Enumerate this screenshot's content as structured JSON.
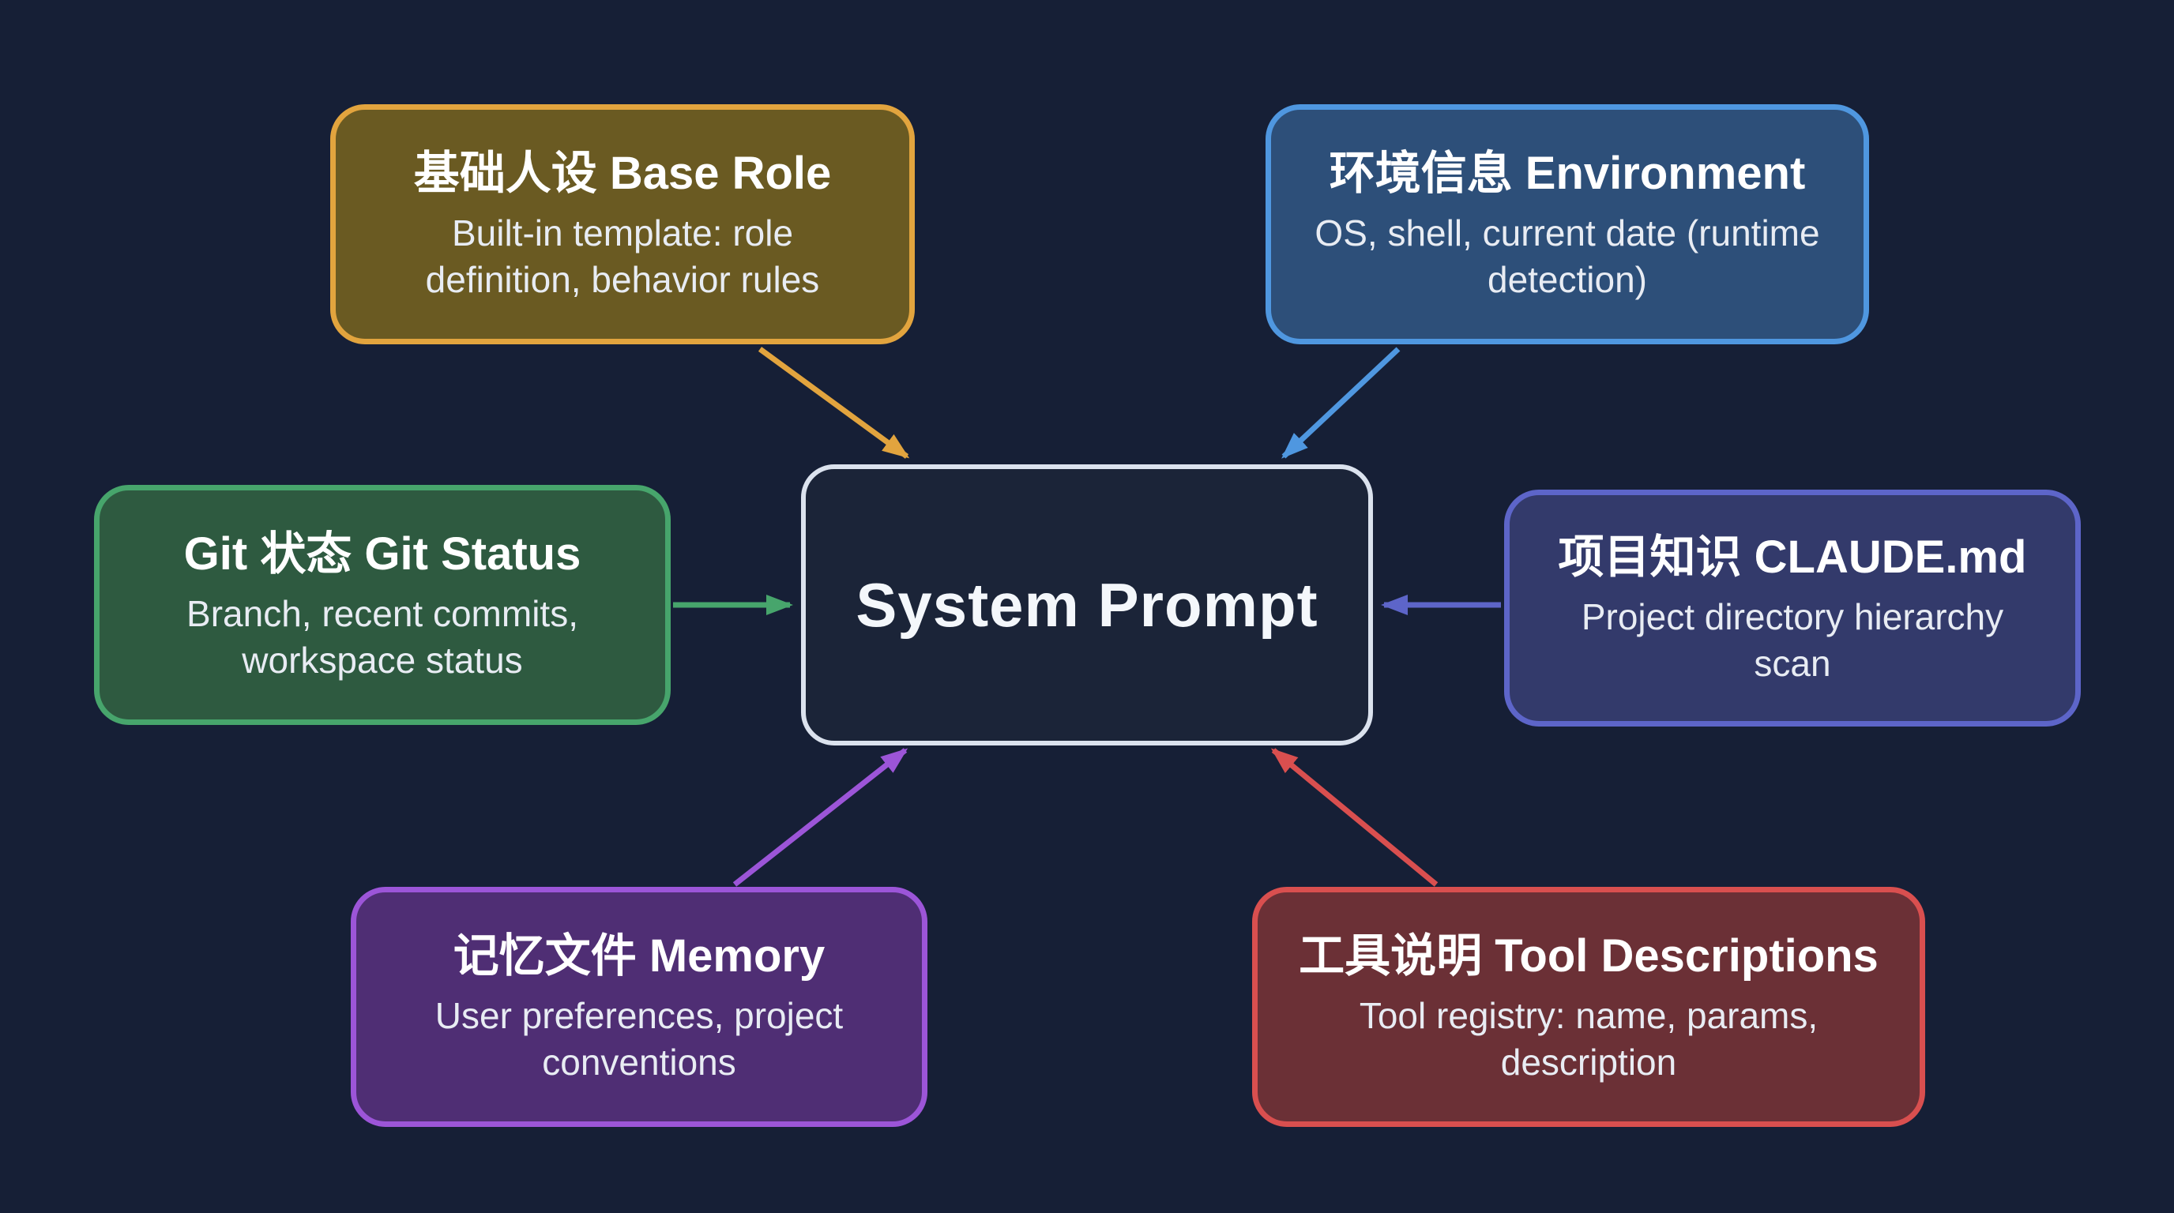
{
  "background": "#161f36",
  "center": {
    "title": "System Prompt",
    "fill": "#1b2438",
    "border": "#dbe2ee"
  },
  "nodes": {
    "base_role": {
      "title": "基础人设 Base Role",
      "desc": "Built-in template: role definition, behavior rules",
      "fill": "#6a5a22",
      "border": "#e2a43e"
    },
    "environment": {
      "title": "环境信息 Environment",
      "desc": "OS, shell, current date (runtime detection)",
      "fill": "#2d4f79",
      "border": "#4f97e0"
    },
    "git_status": {
      "title": "Git 状态 Git Status",
      "desc": "Branch, recent commits, workspace status",
      "fill": "#2e5a40",
      "border": "#47a56c"
    },
    "claude_md": {
      "title": "项目知识 CLAUDE.md",
      "desc": "Project directory hierarchy scan",
      "fill": "#333a6b",
      "border": "#5d65c9"
    },
    "memory": {
      "title": "记忆文件 Memory",
      "desc": "User preferences, project conventions",
      "fill": "#4f2e74",
      "border": "#9c55d8"
    },
    "tool_desc": {
      "title": "工具说明 Tool Descriptions",
      "desc": "Tool registry: name, params, description",
      "fill": "#6b3036",
      "border": "#d94f4f"
    }
  }
}
